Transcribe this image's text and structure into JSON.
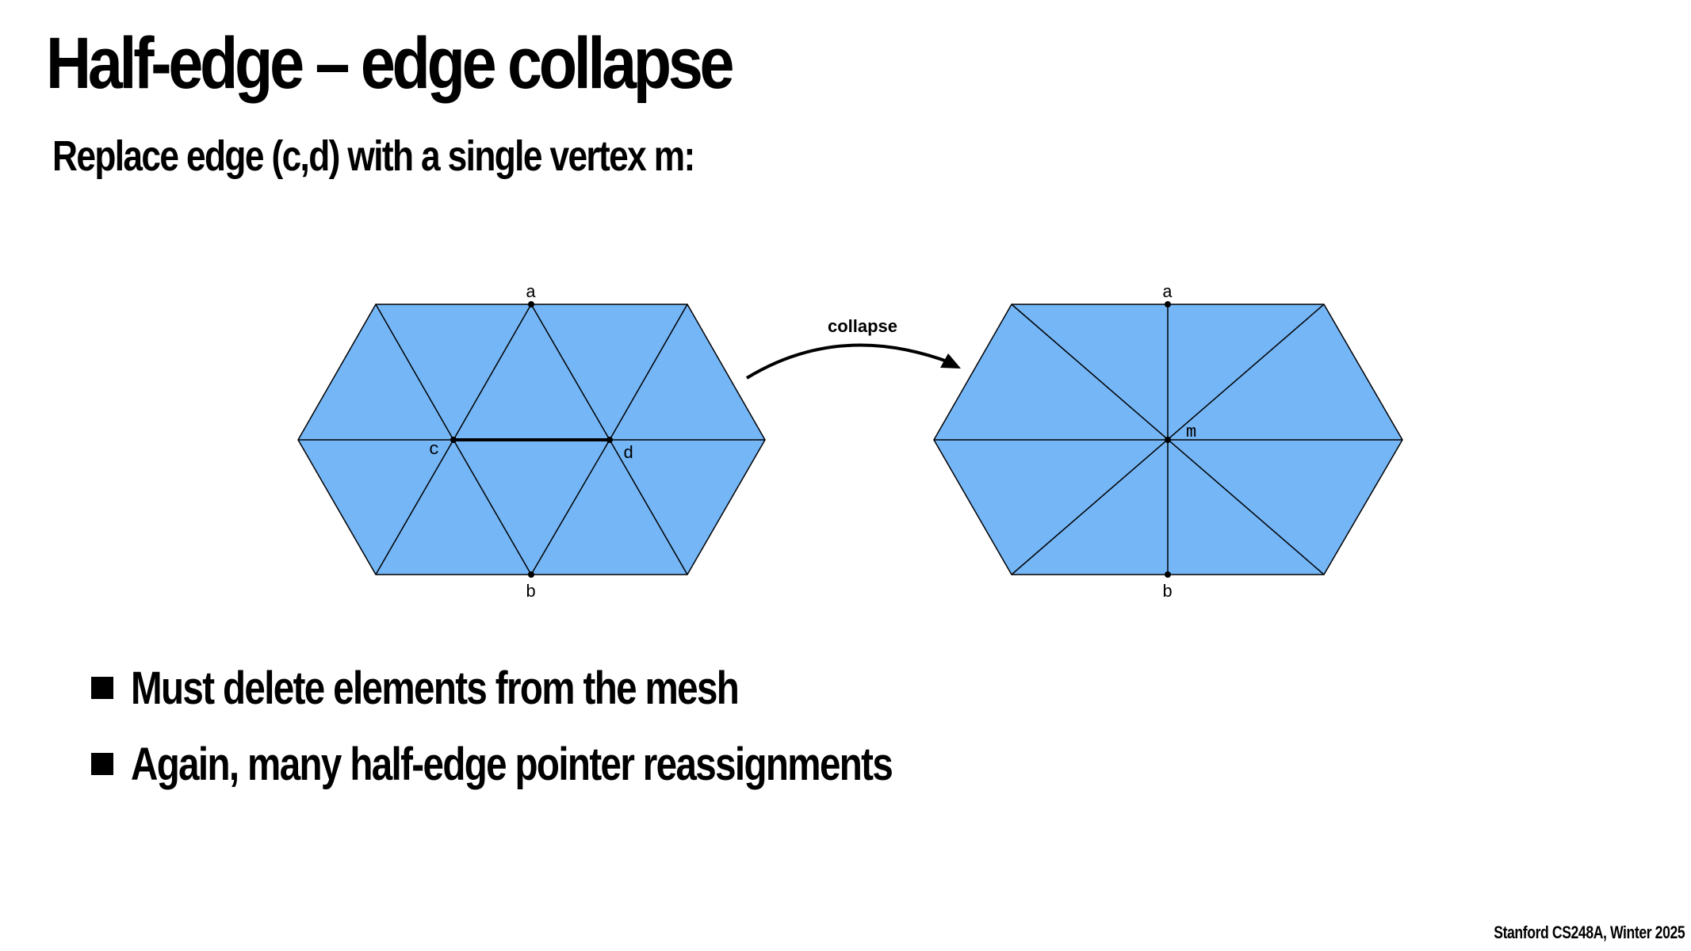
{
  "slide": {
    "title": "Half-edge – edge collapse",
    "subtitle": "Replace edge (c,d) with a single vertex m:",
    "bullets": [
      "Must delete elements from the mesh",
      "Again, many half-edge pointer reassignments"
    ],
    "footer": "Stanford CS248A, Winter 2025"
  },
  "diagram": {
    "fill_color": "#75b6f7",
    "line_color": "#000000",
    "before": {
      "labels": {
        "a": "a",
        "b": "b",
        "c": "c",
        "d": "d"
      }
    },
    "arrow_label": "collapse",
    "after": {
      "labels": {
        "a": "a",
        "b": "b",
        "m": "m"
      }
    }
  }
}
